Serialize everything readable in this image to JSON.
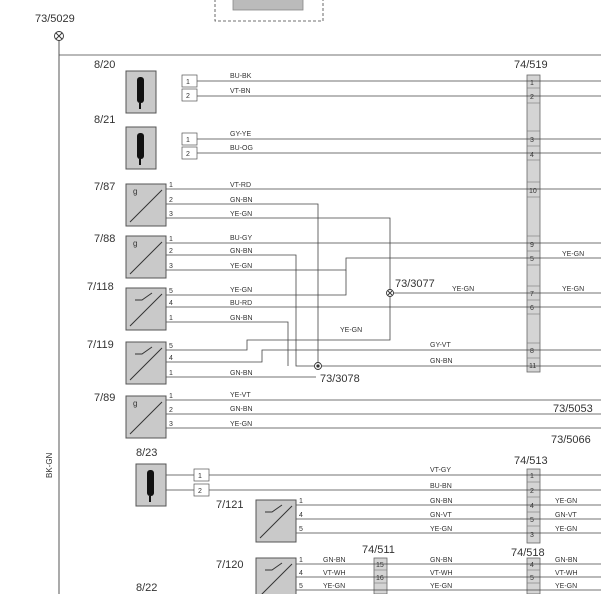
{
  "diagram": {
    "ground_ref": "73/5029",
    "harness_color": "BK-GN",
    "joints": {
      "j3077": "73/3077",
      "j3078": "73/3078",
      "j5053": "73/5053",
      "j5066": "73/5066"
    },
    "connectors": {
      "c519": "74/519",
      "c513": "74/513",
      "c511": "74/511",
      "c518": "74/518"
    },
    "components": [
      {
        "id": "8/20",
        "type": "sensor-probe",
        "pins": [
          {
            "pin": "1",
            "wire": "BU-BK",
            "to": "74/519:1"
          },
          {
            "pin": "2",
            "wire": "VT-BN",
            "to": "74/519:2"
          }
        ]
      },
      {
        "id": "8/21",
        "type": "sensor-probe",
        "pins": [
          {
            "pin": "1",
            "wire": "GY-YE",
            "to": "74/519:3"
          },
          {
            "pin": "2",
            "wire": "BU-OG",
            "to": "74/519:4"
          }
        ]
      },
      {
        "id": "7/87",
        "type": "g-sensor",
        "pins": [
          {
            "pin": "1",
            "wire": "VT-RD",
            "to": "74/519:10"
          },
          {
            "pin": "2",
            "wire": "GN-BN",
            "to": "73/3078"
          },
          {
            "pin": "3",
            "wire": "YE-GN",
            "to": "73/3077"
          }
        ]
      },
      {
        "id": "7/88",
        "type": "g-sensor",
        "pins": [
          {
            "pin": "1",
            "wire": "BU-GY",
            "to": "74/519:9"
          },
          {
            "pin": "2",
            "wire": "GN-BN",
            "to": "73/3078"
          },
          {
            "pin": "3",
            "wire": "YE-GN",
            "to": "73/3077"
          }
        ]
      },
      {
        "id": "7/118",
        "type": "pressure-sensor",
        "pins": [
          {
            "pin": "5",
            "wire": "YE-GN",
            "to": "73/3077"
          },
          {
            "pin": "4",
            "wire": "BU-RD",
            "to": "74/519:6"
          },
          {
            "pin": "1",
            "wire": "GN-BN",
            "to": "73/3078"
          }
        ]
      },
      {
        "id": "7/119",
        "type": "pressure-sensor",
        "pins": [
          {
            "pin": "5",
            "wire": "YE-GN",
            "to": "73/3077"
          },
          {
            "pin": "4",
            "wire": "GY-VT",
            "to": "74/519:8"
          },
          {
            "pin": "1",
            "wire": "GN-BN",
            "to": "73/3078"
          }
        ]
      },
      {
        "id": "7/89",
        "type": "g-sensor",
        "pins": [
          {
            "pin": "1",
            "wire": "YE-VT"
          },
          {
            "pin": "2",
            "wire": "GN-BN",
            "to": "73/5053"
          },
          {
            "pin": "3",
            "wire": "YE-GN",
            "to": "73/5066"
          }
        ]
      },
      {
        "id": "8/23",
        "type": "sensor-probe",
        "pins": [
          {
            "pin": "1",
            "wire": "VT-GY",
            "to": "74/513:1"
          },
          {
            "pin": "2",
            "wire": "BU-BN",
            "to": "74/513:2"
          }
        ]
      },
      {
        "id": "7/121",
        "type": "pressure-sensor",
        "pins": [
          {
            "pin": "1",
            "wire": "GN-BN",
            "to": "74/513:4"
          },
          {
            "pin": "4",
            "wire": "GN-VT",
            "to": "74/513:5"
          },
          {
            "pin": "5",
            "wire": "YE-GN",
            "to": "74/513:3"
          }
        ]
      },
      {
        "id": "7/120",
        "type": "pressure-sensor",
        "pins": [
          {
            "pin": "1",
            "wire": "GN-BN"
          },
          {
            "pin": "4",
            "wire": "VT-WH"
          },
          {
            "pin": "5",
            "wire": "YE-GN"
          }
        ]
      },
      {
        "id": "8/22",
        "type": "sensor-probe",
        "pins": []
      }
    ],
    "connector_pins": {
      "c519": [
        "1",
        "2",
        "3",
        "4",
        "10",
        "9",
        "5",
        "7",
        "6",
        "8",
        "11"
      ],
      "c513": [
        "1",
        "2",
        "4",
        "5",
        "3"
      ],
      "c511": [
        "15",
        "16"
      ],
      "c518": [
        "4",
        "5"
      ]
    },
    "wire_labels": {
      "jumper_3077": "YE-GN",
      "out_3077": "YE-GN",
      "mid_3077": "YE-GN",
      "out_519_5": "YE-GN",
      "out_519_7": "YE-GN",
      "mid_8": "GY-VT",
      "mid_11": "GN-BN",
      "out_513_4": "YE-GN",
      "out_513_5": "GN-VT",
      "out_513_3": "YE-GN",
      "c511_1": "GN-BN",
      "c511_2": "VT-WH",
      "c511_3": "YE-GN",
      "mid_511_1": "GN-BN",
      "mid_511_2": "VT-WH",
      "mid_511_3": "YE-GN",
      "out_518_1": "GN-BN",
      "out_518_2": "VT-WH",
      "out_518_3": "YE-GN"
    },
    "g_label": "g"
  }
}
